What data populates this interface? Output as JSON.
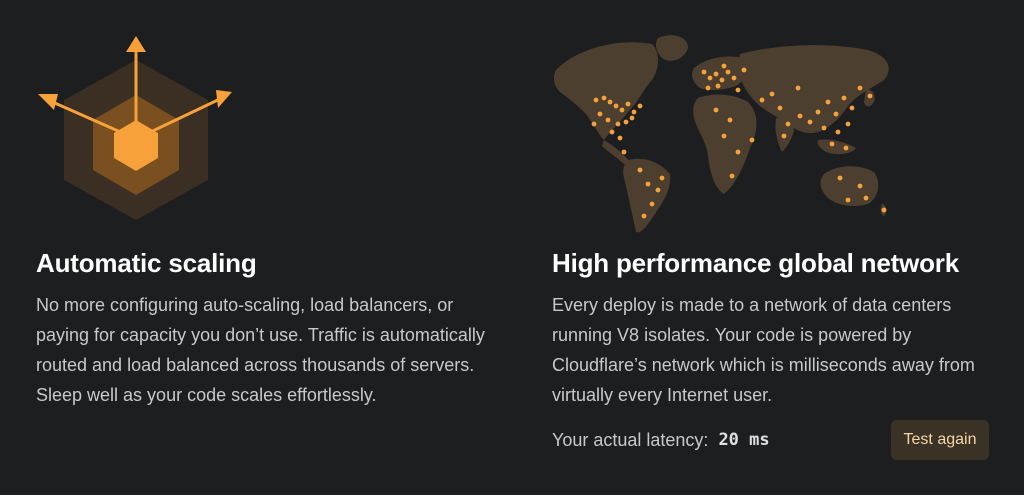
{
  "scaling": {
    "title": "Automatic scaling",
    "description": "No more configuring auto-scaling, load balancers, or paying for capacity you don’t use. Traffic is automatically routed and load balanced across thousands of servers. Sleep well as your code scales effortlessly.",
    "icon": "hexagon-scaling-icon"
  },
  "network": {
    "title": "High performance global network",
    "description": "Every deploy is made to a network of data centers running V8 isolates. Your code is powered by Cloudflare’s network which is milliseconds away from virtually every Internet user.",
    "icon": "world-map-icon"
  },
  "latency": {
    "label": "Your actual latency:",
    "value": "20 ms",
    "button_label": "Test again"
  },
  "colors": {
    "background": "#1c1e1f",
    "accent": "#f6a13a",
    "map_land": "#4d3f2f",
    "button_bg": "#3b3226"
  }
}
